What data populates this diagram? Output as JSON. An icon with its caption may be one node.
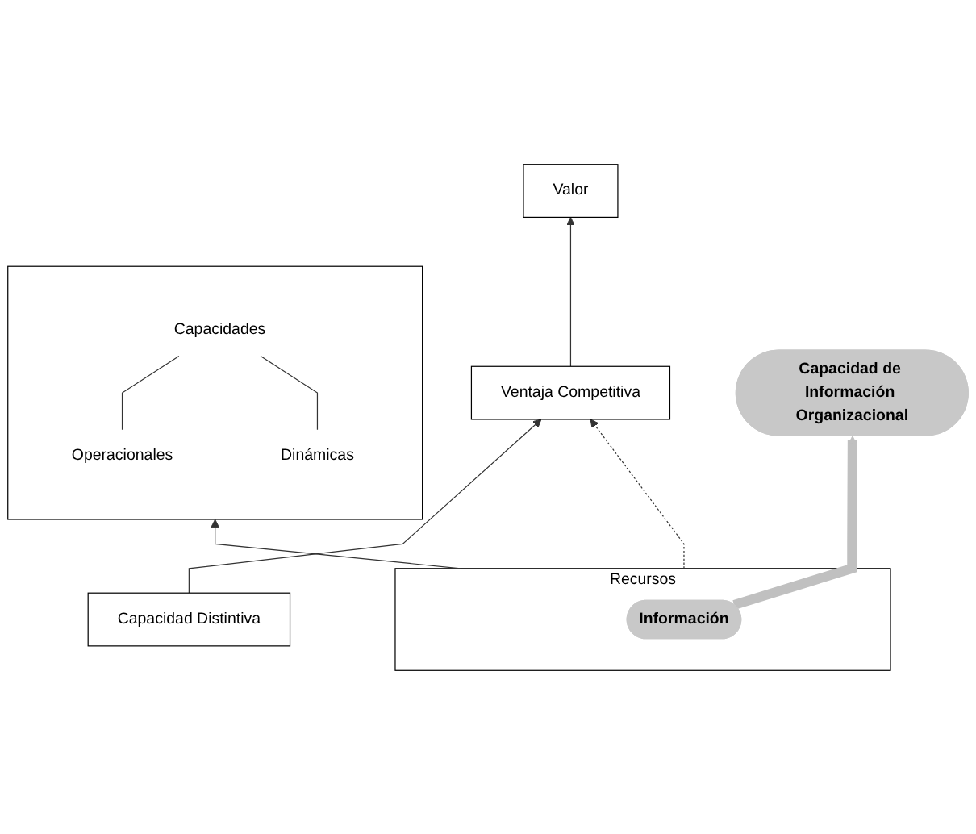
{
  "diagram": {
    "nodes": [
      {
        "text": [
          "Valor"
        ]
      },
      {
        "text": [
          "Ventaja Competitiva"
        ]
      },
      {
        "text": [
          "Capacidad Distintiva"
        ]
      },
      {
        "text": [
          "Capacidad de Información Organizacional"
        ]
      },
      {
        "text": [
          "Recursos"
        ]
      },
      {
        "text": [
          "Información"
        ],
        "in": 4
      },
      {
        "text": [],
        "shape": "box"
      },
      {
        "text": [
          "Capacidades"
        ],
        "in": 6
      },
      {
        "text": [
          "Operacionales"
        ],
        "in": 6
      },
      {
        "text": [
          "Dinámicas"
        ],
        "in": 6
      }
    ],
    "edges": [
      {
        "from": 1,
        "to": 0,
        "arrow": "to"
      },
      {
        "from": 2,
        "to": 1,
        "arrow": "to"
      },
      {
        "from": 4,
        "to": 1,
        "arrow": "to",
        "style": "dashed"
      },
      {
        "from": 5,
        "to": 3,
        "arrow": "to",
        "style": "thick",
        "color": "#c0c0c0"
      },
      {
        "from": 4,
        "to": 6,
        "arrow": "to"
      },
      {
        "from": 7,
        "to": 8,
        "arrow": "none"
      },
      {
        "from": 7,
        "to": 9,
        "arrow": "none"
      }
    ]
  }
}
